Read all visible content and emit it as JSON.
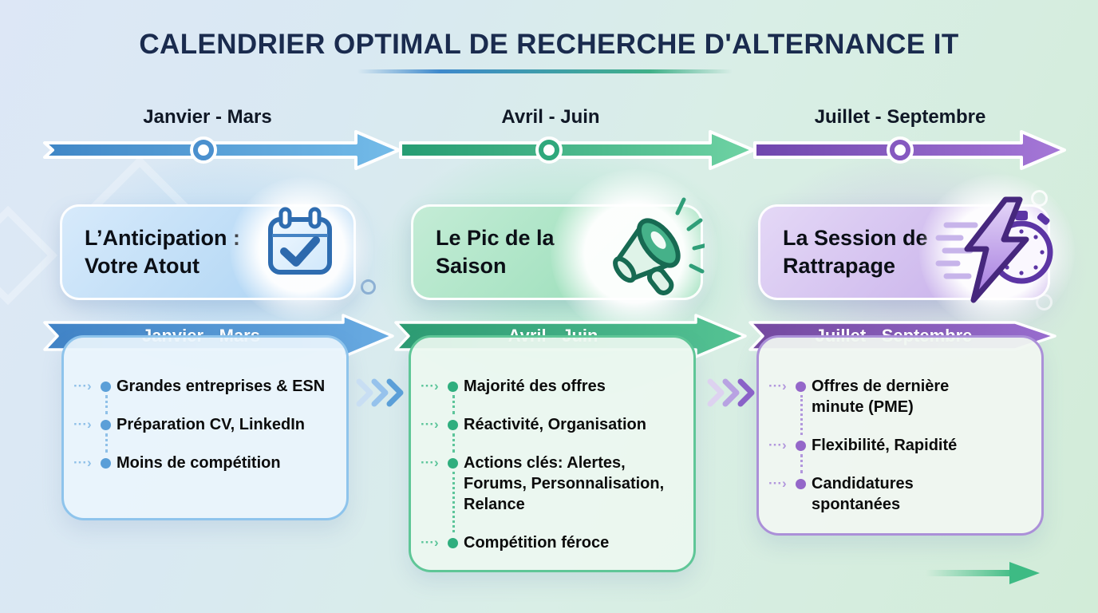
{
  "title": {
    "text": "CALENDRIER OPTIMAL DE RECHERCHE D'ALTERNANCE IT"
  },
  "timeline": {
    "periods": [
      {
        "label": "Janvier - Mars"
      },
      {
        "label": "Avril - Juin"
      },
      {
        "label": "Juillet - Septembre"
      }
    ]
  },
  "phases": [
    {
      "name": "L’Anticipation : Votre Atout",
      "period": "Janvier - Mars",
      "icon": "calendar-check-icon",
      "accent": "#4a8fd0",
      "bullets": [
        "Grandes entreprises & ESN",
        "Préparation CV, LinkedIn",
        "Moins de compétition"
      ]
    },
    {
      "name": "Le Pic de la Saison",
      "period": "Avril - Juin",
      "icon": "megaphone-icon",
      "accent": "#2fa87c",
      "bullets": [
        "Majorité des offres",
        "Réactivité, Organisation",
        "Actions clés: Alertes, Forums, Personnalisation, Relance",
        "Compétition féroce"
      ]
    },
    {
      "name": "La Session de Rattrapage",
      "period": "Juillet - Septembre",
      "icon": "lightning-stopwatch-icon",
      "accent": "#8257bd",
      "bullets": [
        "Offres de dernière minute (PME)",
        "Flexibilité, Rapidité",
        "Candidatures spontanées"
      ]
    }
  ],
  "icons": {
    "dotted_arrow": "···›"
  },
  "colors": {
    "background_left": "#dde7f6",
    "background_right": "#d2ecd8",
    "title": "#1a2b4e",
    "phase_blue": "#4a8fd0",
    "phase_green": "#2fa87c",
    "phase_purple": "#8257bd"
  }
}
